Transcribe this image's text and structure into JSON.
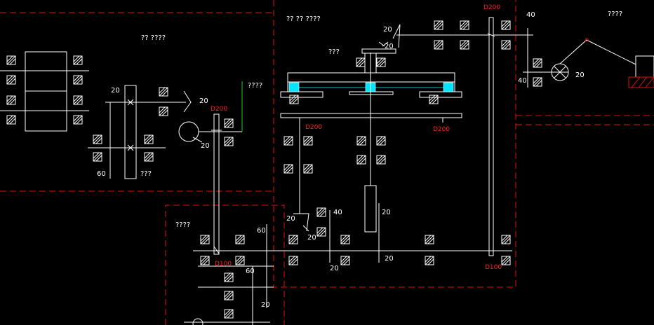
{
  "colors": {
    "background": "#000000",
    "line": "#ffffff",
    "frame": "#e01010",
    "label": "#ff2020",
    "accent": "#22cc22",
    "highlight": "#00e5ff"
  },
  "annotations": {
    "a1": "?? ????",
    "a2": "???",
    "a3": "????",
    "a4": "?? ?? ????",
    "a5": "???",
    "a6": "????",
    "a7": "????"
  },
  "dimensions": {
    "d1": "20",
    "d2": "20",
    "d3": "20",
    "d4": "60",
    "d5": "20",
    "d6": "20",
    "d7": "40",
    "d8": "40",
    "d9": "20",
    "d10": "40",
    "d11": "20",
    "d12": "20",
    "d13": "20",
    "d14": "20",
    "d15": "60",
    "d16": "60",
    "d17": "20",
    "d18": "20"
  },
  "pipe_labels": {
    "p1": "D200",
    "p2": "D200",
    "p3": "D200",
    "p4": "D200",
    "p5": "D100",
    "p6": "D100"
  }
}
